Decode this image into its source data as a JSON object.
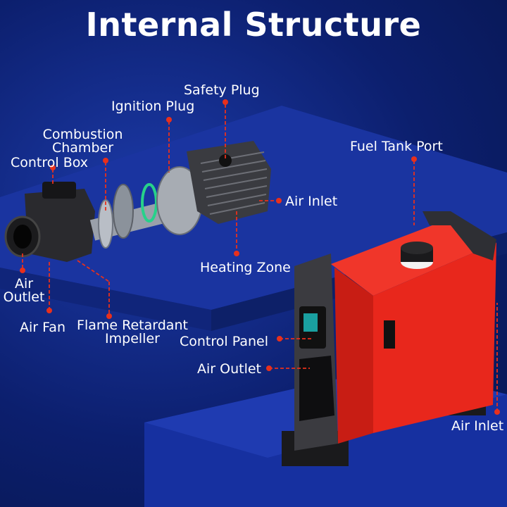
{
  "title": "Internal Structure",
  "labels": {
    "safety_plug": "Safety Plug",
    "ignition_plug": "Ignition Plug",
    "combustion_chamber_line1": "Combustion",
    "combustion_chamber_line2": "Chamber",
    "control_box": "Control Box",
    "air_inlet_top": "Air Inlet",
    "heating_zone": "Heating Zone",
    "air_outlet_left_line1": "Air",
    "air_outlet_left_line2": "Outlet",
    "air_fan": "Air Fan",
    "flame_impeller_line1": "Flame Retardant",
    "flame_impeller_line2": "Impeller",
    "fuel_tank_port": "Fuel Tank Port",
    "control_panel": "Control Panel",
    "air_outlet_right": "Air Outlet",
    "air_inlet_bottom": "Air Inlet"
  },
  "colors": {
    "background": "#0c1f6e",
    "pointer": "#e8301c",
    "heater_body": "#e8271c",
    "text": "#ffffff"
  }
}
